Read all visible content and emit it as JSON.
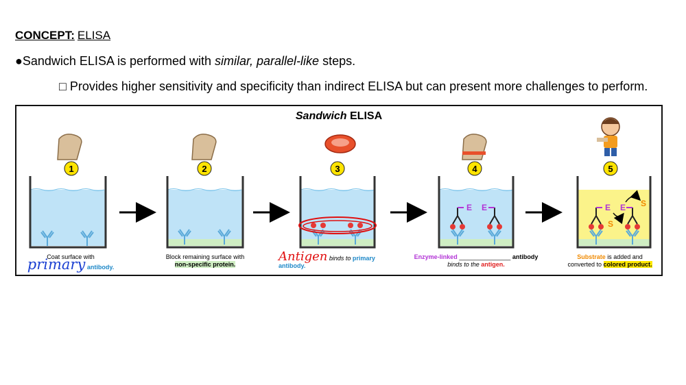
{
  "heading": {
    "label": "CONCEPT:",
    "value": "ELISA"
  },
  "bullet1": {
    "text_a": "●Sandwich ELISA is performed with ",
    "text_italic": "similar, parallel-like",
    "text_b": " steps."
  },
  "bullet2": {
    "text": "□ Provides higher sensitivity and specificity than indirect ELISA but can present more challenges to perform."
  },
  "panel": {
    "title_italic": "Sandwich",
    "title_rest": " ELISA"
  },
  "steps": [
    {
      "number": "1"
    },
    {
      "number": "2"
    },
    {
      "number": "3"
    },
    {
      "number": "4"
    },
    {
      "number": "5"
    }
  ],
  "captions": {
    "s1_a": "Coat surface with",
    "s1_hand": "primary",
    "s1_b": "antibody.",
    "s2_a": "Block remaining surface with",
    "s2_b": "non-specific protein.",
    "s3_hand": "Antigen",
    "s3_a": "binds to",
    "s3_b": "primary antibody.",
    "s4_a": "Enzyme-linked",
    "s4_blank": "_______________",
    "s4_b": "antibody",
    "s4_c": "binds to the",
    "s4_d": "antigen.",
    "s5_a": "Substrate",
    "s5_b": "is added and",
    "s5_c": "converted to",
    "s5_d": "colored product."
  },
  "labels": {
    "enzyme": "E",
    "substrate": "S"
  },
  "colors": {
    "liquid": "#bfe3f7",
    "yellow_liquid": "#fbf38a",
    "antibody": "#5aa9d9",
    "antigen": "#e53935",
    "enzyme": "#b233d6",
    "substrate": "#f08a00",
    "number_circle": "#ffe400"
  }
}
